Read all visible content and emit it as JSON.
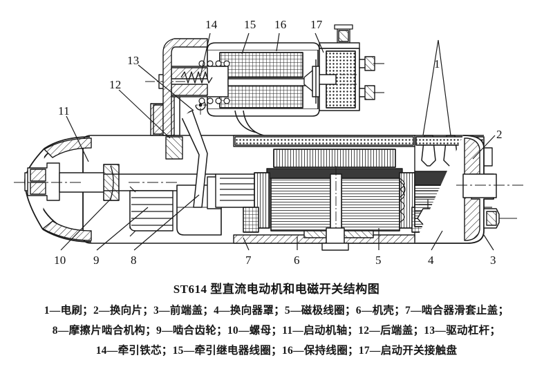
{
  "figure": {
    "title": "ST614 型直流电动机和电磁开关结构图",
    "legend_lines": [
      "1—电刷；2—换向片；3—前端盖；4—换向器罩；5—磁极线圈；6—机壳；7—啮合器滑套止盖；",
      "8—摩擦片啮合机构；9—啮合齿轮；10—螺母；11—启动机轴；12—后端盖；13—驱动杠杆；",
      "14—牵引铁芯；15—牵引继电器线圈；16—保持线圈；17—启动开关接触盘"
    ]
  },
  "callouts": [
    {
      "id": "1",
      "label": "1"
    },
    {
      "id": "2",
      "label": "2"
    },
    {
      "id": "3",
      "label": "3"
    },
    {
      "id": "4",
      "label": "4"
    },
    {
      "id": "5",
      "label": "5"
    },
    {
      "id": "6",
      "label": "6"
    },
    {
      "id": "7",
      "label": "7"
    },
    {
      "id": "8",
      "label": "8"
    },
    {
      "id": "9",
      "label": "9"
    },
    {
      "id": "10",
      "label": "10"
    },
    {
      "id": "11",
      "label": "11"
    },
    {
      "id": "12",
      "label": "12"
    },
    {
      "id": "13",
      "label": "13"
    },
    {
      "id": "14",
      "label": "14"
    },
    {
      "id": "15",
      "label": "15"
    },
    {
      "id": "16",
      "label": "16"
    },
    {
      "id": "17",
      "label": "17"
    }
  ],
  "colors": {
    "line": "#1a1a1a",
    "background": "#ffffff",
    "fill_light": "#f2f2f2",
    "fill_dark": "#3a3a3a"
  }
}
